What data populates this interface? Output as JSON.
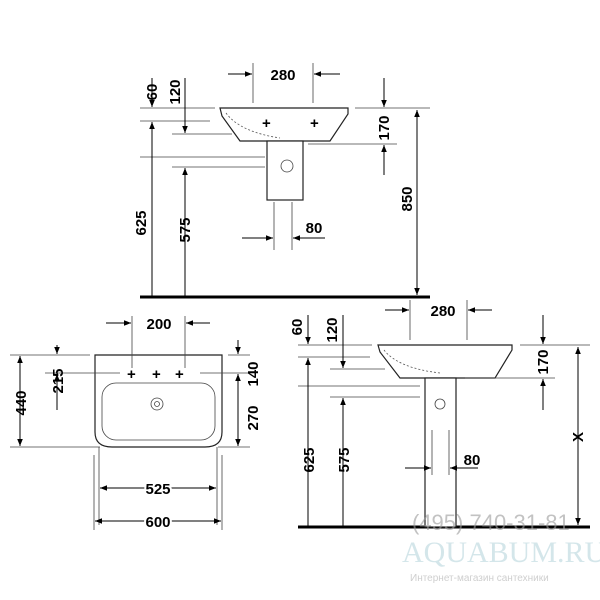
{
  "side_view_wall": {
    "d280": "280",
    "d60": "60",
    "d120": "120",
    "d170": "170",
    "d850": "850",
    "d625": "625",
    "d575": "575",
    "d80": "80"
  },
  "front_view": {
    "d200": "200",
    "d215": "215",
    "d440": "440",
    "d140": "140",
    "d270": "270",
    "d525": "525",
    "d600": "600"
  },
  "side_view_pedestal": {
    "d280": "280",
    "d60": "60",
    "d120": "120",
    "d170": "170",
    "dX": "X",
    "d625": "625",
    "d575": "575",
    "d80": "80"
  },
  "watermark": {
    "phone": "(495) 740-31-81",
    "brand": "AQUABUM.RU",
    "tagline": "Интернет-магазин сантехники"
  }
}
